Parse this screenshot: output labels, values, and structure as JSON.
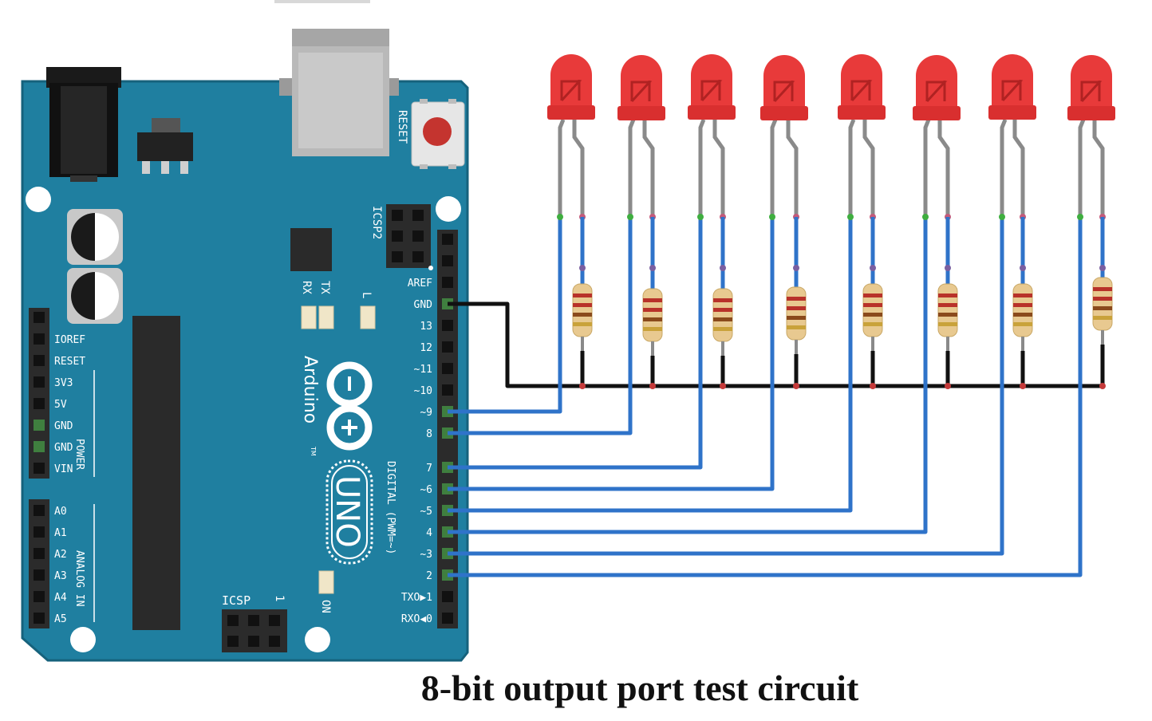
{
  "caption": "8-bit output port test circuit",
  "colors": {
    "board": "#1f7fa0",
    "board_dark": "#16627c",
    "wire_signal": "#2f73c9",
    "wire_ground": "#111111",
    "led_red": "#e83a3a",
    "resistor_body": "#e8c990"
  },
  "board": {
    "name": "Arduino",
    "model": "UNO",
    "reset_label": "RESET",
    "icsp2_label": "ICSP2",
    "icsp_label": "ICSP",
    "icsp_pin_mark": "1",
    "digital_section_label": "DIGITAL (PWM=~)",
    "power_section_label": "POWER",
    "analog_section_label": "ANALOG IN",
    "trademark": "TM",
    "on_label": "ON",
    "led_labels": [
      "TX",
      "RX",
      "L"
    ],
    "power_header_labels": [
      "IOREF",
      "RESET",
      "3V3",
      "5V",
      "GND",
      "GND",
      "VIN"
    ],
    "analog_header_labels": [
      "A0",
      "A1",
      "A2",
      "A3",
      "A4",
      "A5"
    ],
    "digital_header_labels": [
      "AREF",
      "GND",
      "13",
      "12",
      "~11",
      "~10",
      "~9",
      "8",
      "7",
      "~6",
      "~5",
      "4",
      "~3",
      "2",
      "TXO▶1",
      "RXO◀0"
    ]
  },
  "circuit": {
    "led_count": 8,
    "led_pins": [
      "~9",
      "8",
      "7",
      "~6",
      "~5",
      "4",
      "~3",
      "2"
    ],
    "ground_pin": "GND",
    "resistor_bands": [
      "#b8322a",
      "#b8322a",
      "#8a4a1c",
      "#c9a23a"
    ]
  }
}
